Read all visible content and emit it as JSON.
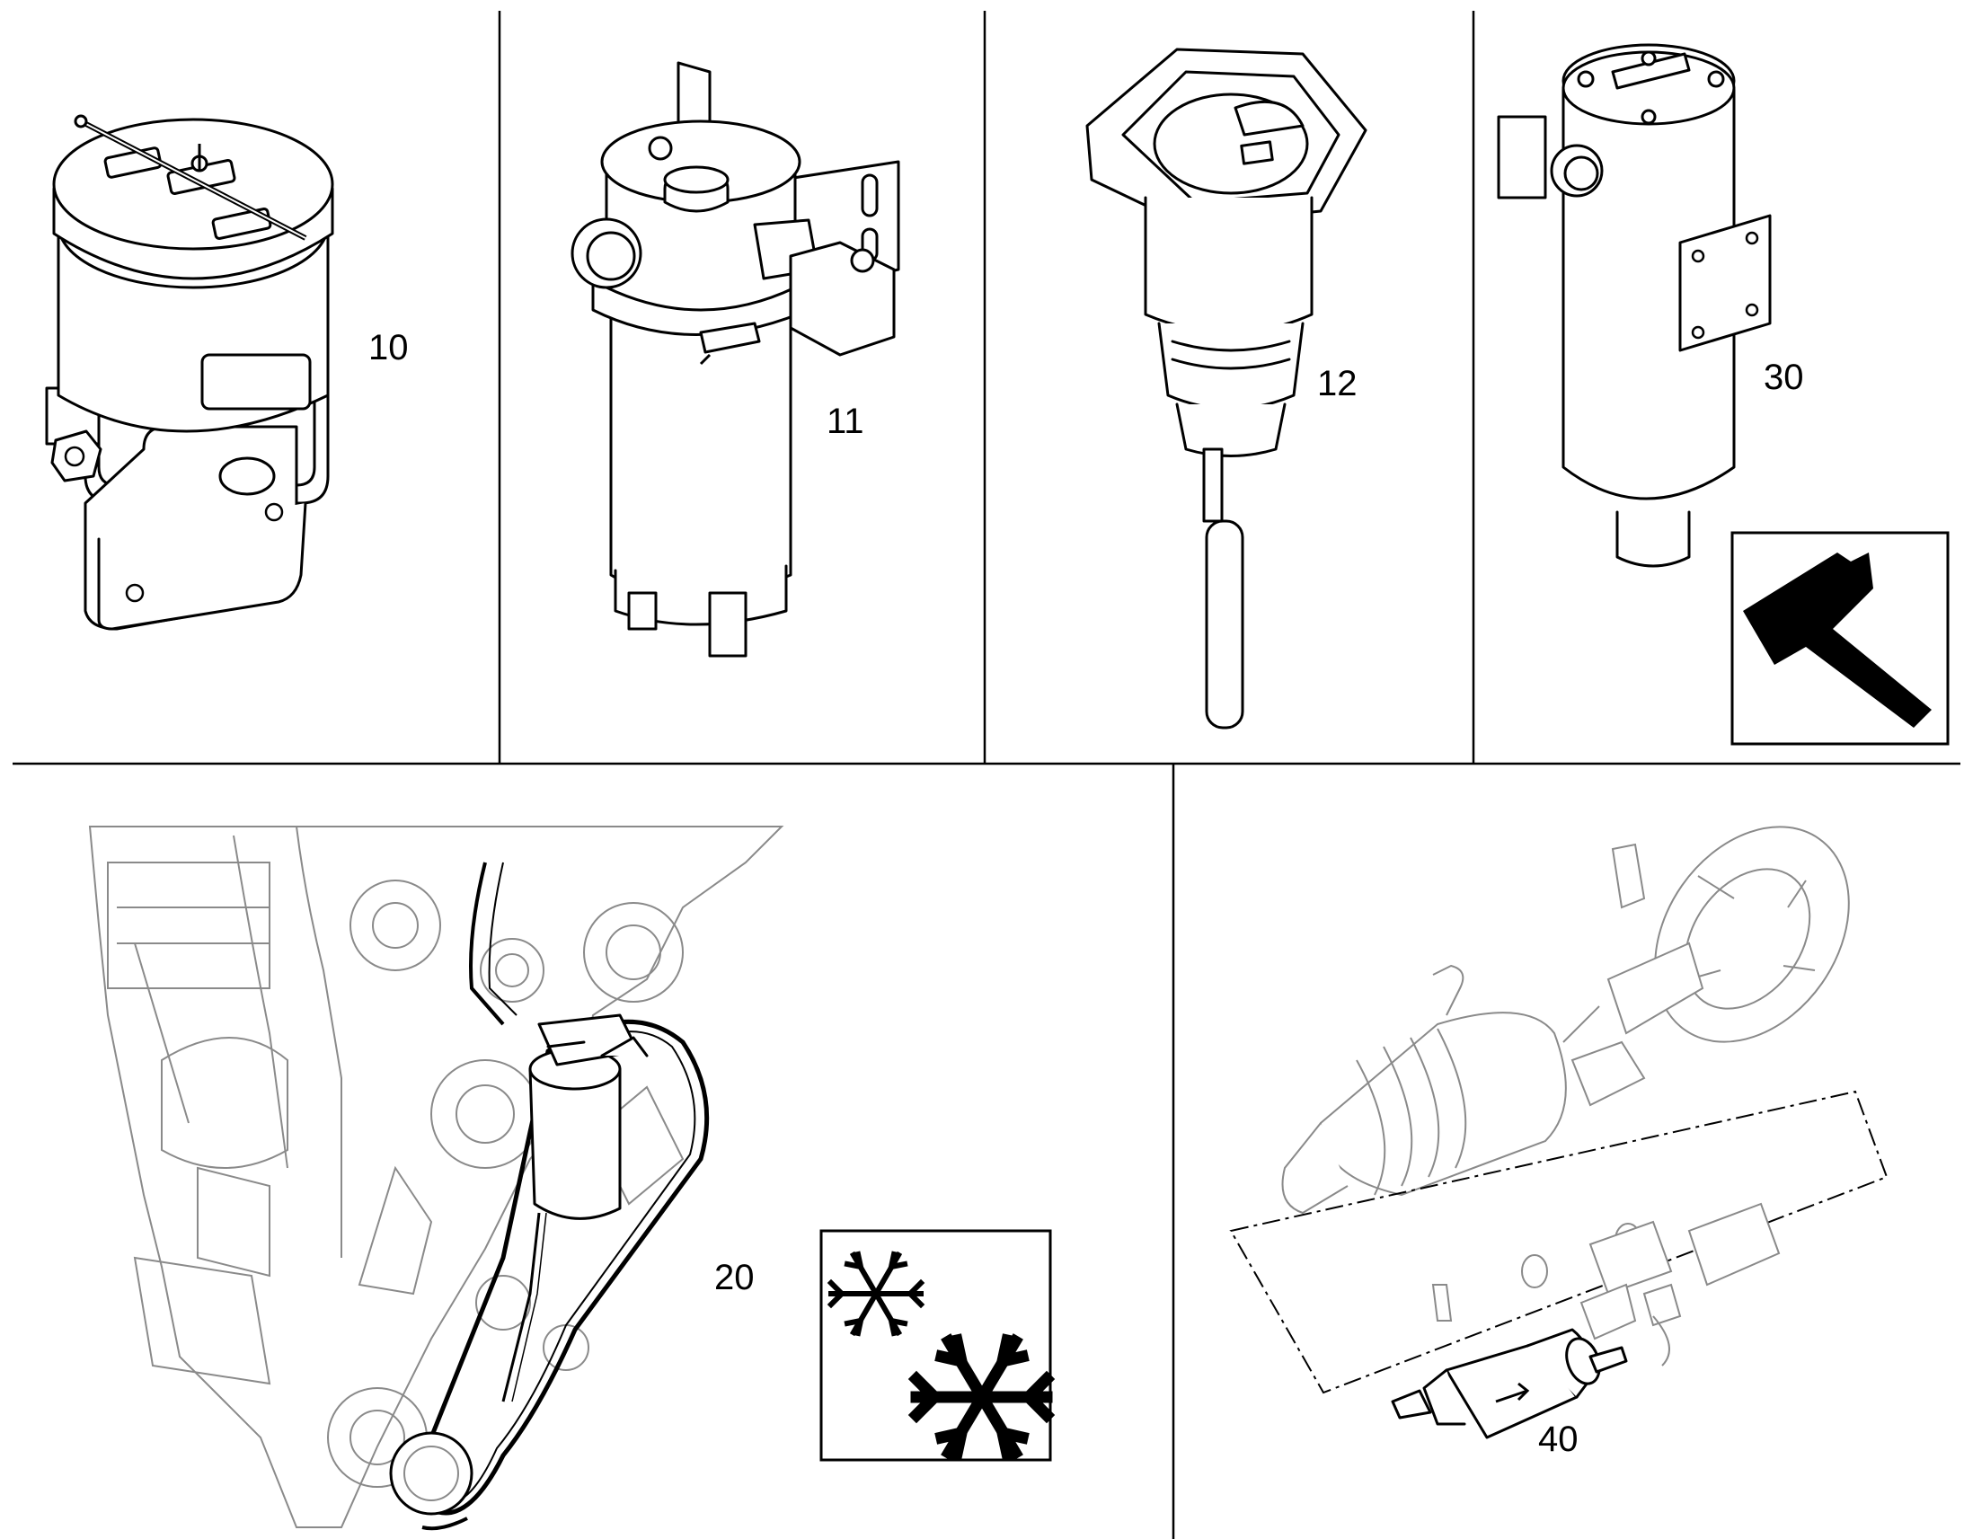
{
  "callouts": {
    "c10": "10",
    "c11": "11",
    "c12": "12",
    "c30": "30",
    "c20": "20",
    "c40": "40"
  },
  "panels": [
    {
      "id": "p10",
      "callout": "10",
      "depicts": "filter-canister-on-bracket"
    },
    {
      "id": "p11",
      "callout": "11",
      "depicts": "fuel-filter-with-heater-valve"
    },
    {
      "id": "p12",
      "callout": "12",
      "depicts": "tank-sender-unit"
    },
    {
      "id": "p30",
      "callout": "30",
      "depicts": "filter-housing-with-bracket"
    },
    {
      "id": "p20",
      "callout": "20",
      "depicts": "engine-with-filter-installed"
    },
    {
      "id": "p40",
      "callout": "40",
      "depicts": "inline-fuel-filter-with-hose-clamps"
    }
  ],
  "icons": {
    "tool": "hammer-icon",
    "climate": "snowflake-icon"
  },
  "colors": {
    "line": "#000000",
    "background_detail": "#8a8a8a",
    "paper": "#ffffff"
  }
}
